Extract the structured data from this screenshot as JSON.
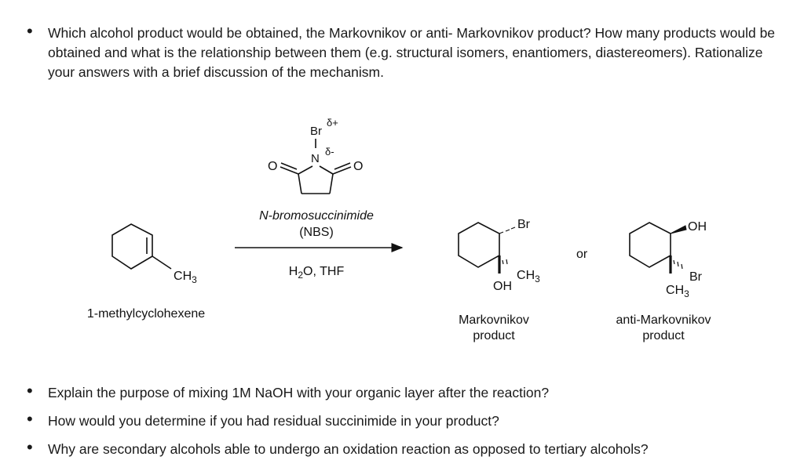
{
  "questions_top": [
    "Which alcohol product would be obtained, the Markovnikov or anti- Markovnikov product? How many products would be obtained and what is the relationship between them (e.g. structural isomers, enantiomers, diastereomers). Rationalize your answers with a brief discussion of the mechanism."
  ],
  "scheme": {
    "nbs": {
      "br_label": "Br",
      "delta_plus": "δ+",
      "n_label": "N",
      "delta_minus": "δ-",
      "o_left": "O",
      "o_right": "O",
      "name_line1": "N-bromosuccinimide",
      "name_line2": "(NBS)"
    },
    "reactant": {
      "ch3_label": "CH3",
      "name": "1-methylcyclohexene"
    },
    "conditions": "H2O, THF",
    "markovnikov": {
      "br_label": "Br",
      "ch3_label": "CH3",
      "oh_label": "OH",
      "name_line1": "Markovnikov",
      "name_line2": "product"
    },
    "or_label": "or",
    "anti_markovnikov": {
      "oh_label": "OH",
      "br_label": "Br",
      "ch3_label": "CH3",
      "name_line1": "anti-Markovnikov",
      "name_line2": "product"
    }
  },
  "questions_bottom": [
    "Explain the purpose of mixing 1M NaOH with your organic layer after the reaction?",
    "How would you determine if you had residual succinimide in your product?",
    "Why are secondary alcohols able to undergo an oxidation reaction as opposed to tertiary alcohols?"
  ]
}
